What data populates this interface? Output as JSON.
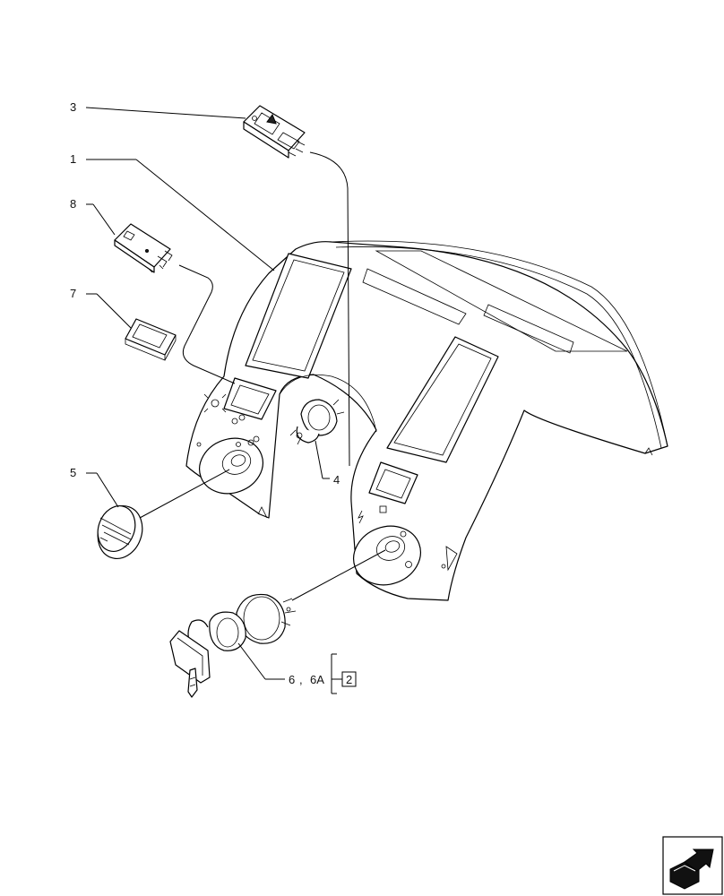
{
  "callouts": {
    "c1": "1",
    "c2": "2",
    "c3": "3",
    "c4": "4",
    "c5": "5",
    "c6": "6",
    "c6_sep": ",",
    "c6a": "6A",
    "c7": "7",
    "c8": "8"
  },
  "nav_icon": "page-turn-arrow-icon"
}
